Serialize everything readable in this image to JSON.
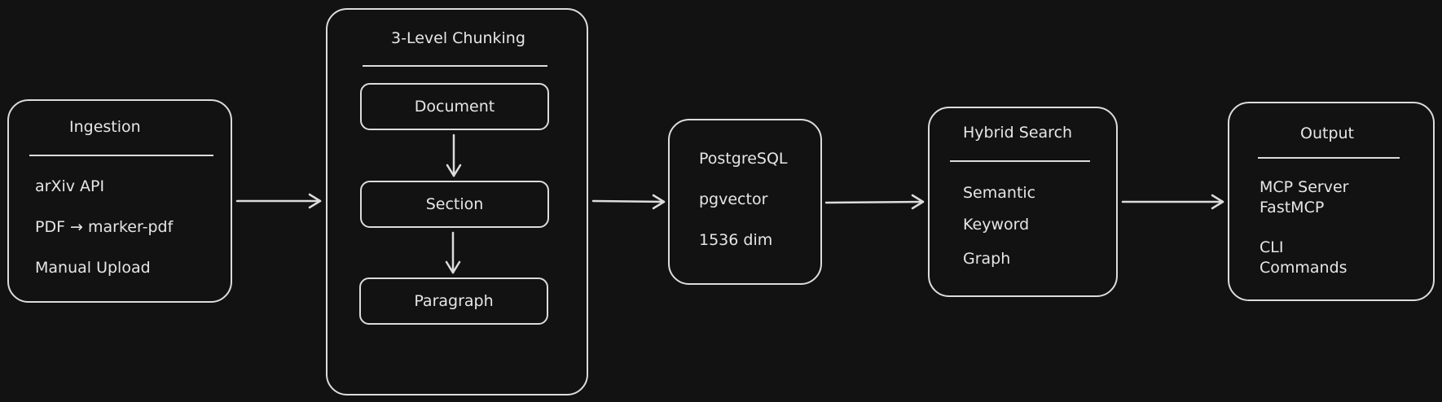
{
  "ingestion": {
    "title": "Ingestion",
    "items": [
      "arXiv API",
      "PDF → marker-pdf",
      "Manual Upload"
    ]
  },
  "chunking": {
    "title": "3-Level Chunking",
    "levels": [
      "Document",
      "Section",
      "Paragraph"
    ]
  },
  "storage": {
    "items": [
      "PostgreSQL",
      "pgvector",
      "1536 dim"
    ]
  },
  "search": {
    "title": "Hybrid Search",
    "items": [
      "Semantic",
      "Keyword",
      "Graph"
    ]
  },
  "output": {
    "title": "Output",
    "items": [
      "MCP Server",
      "FastMCP",
      "CLI",
      "Commands"
    ]
  },
  "colors": {
    "background": "#121212",
    "stroke": "#dcdcdc",
    "text": "#e6e6e6"
  }
}
